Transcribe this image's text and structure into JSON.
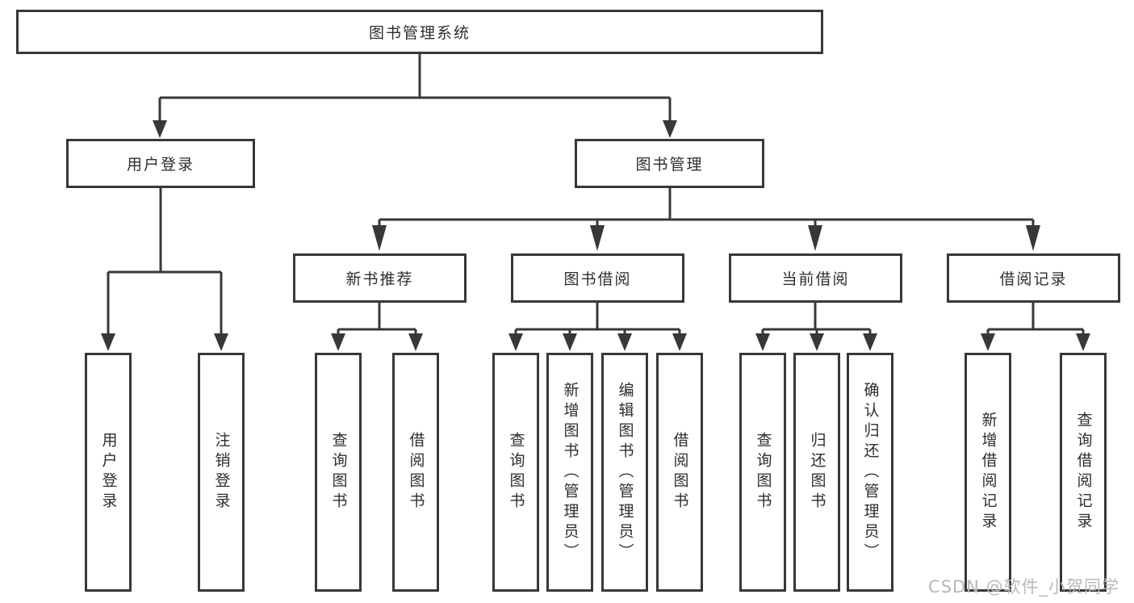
{
  "diagram": {
    "root": {
      "label": "图书管理系统"
    },
    "login": {
      "label": "用户登录",
      "children": [
        "用户登录",
        "注销登录"
      ]
    },
    "manage": {
      "label": "图书管理"
    },
    "sections": [
      {
        "label": "新书推荐",
        "children": [
          "查询图书",
          "借阅图书"
        ]
      },
      {
        "label": "图书借阅",
        "children": [
          "查询图书",
          "新增图书（管理员）",
          "编辑图书（管理员）",
          "借阅图书"
        ]
      },
      {
        "label": "当前借阅",
        "children": [
          "查询图书",
          "归还图书",
          "确认归还（管理员）"
        ]
      },
      {
        "label": "借阅记录",
        "children": [
          "新增借阅记录",
          "查询借阅记录"
        ]
      }
    ],
    "watermark": "CSDN @软件_小贺同学",
    "colors": {
      "line": "#383838",
      "box_border": "#383838",
      "text": "#2e2e2e",
      "watermark": "#b9b9b9",
      "background": "#ffffff"
    }
  }
}
